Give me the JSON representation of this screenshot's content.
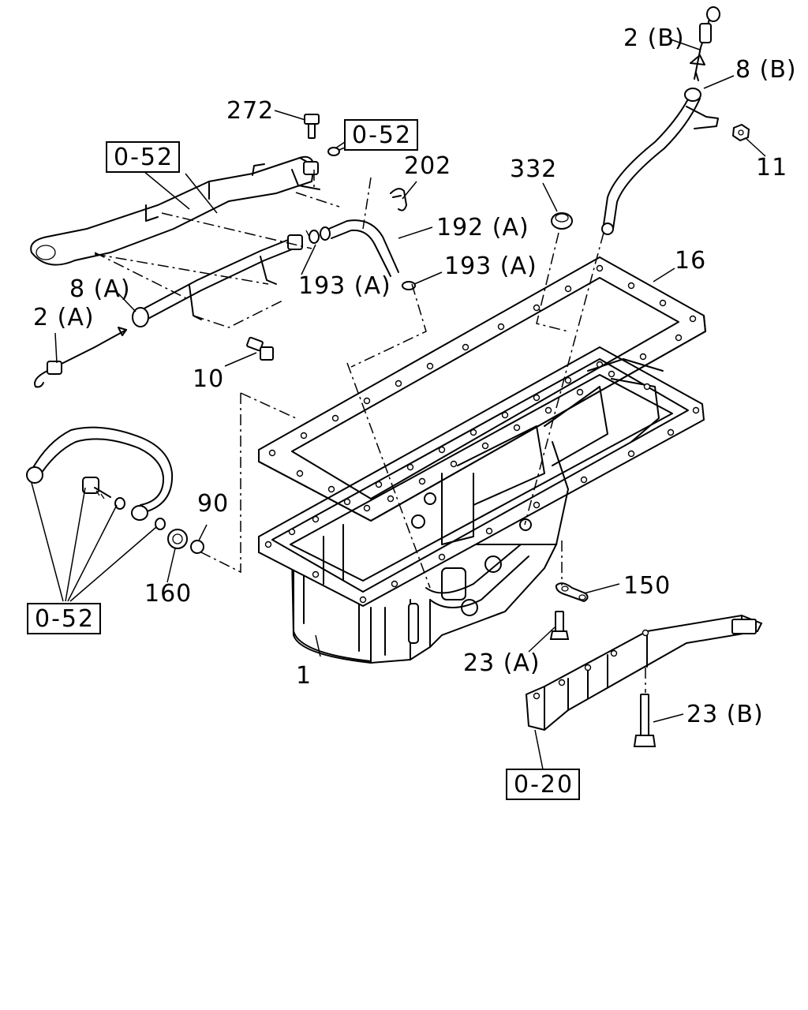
{
  "callouts": {
    "c2b": "2 (B)",
    "c8b": "8 (B)",
    "c11": "11",
    "c272": "272",
    "c202": "202",
    "c332": "332",
    "c192a": "192 (A)",
    "c193a_right": "193 (A)",
    "c193a_left": "193 (A)",
    "c16": "16",
    "c8a": "8 (A)",
    "c2a": "2 (A)",
    "c10": "10",
    "c90": "90",
    "c160": "160",
    "c150": "150",
    "c1": "1",
    "c23a": "23 (A)",
    "c23b": "23 (B)"
  },
  "refs": {
    "r052_top_center": "0-52",
    "r052_top_left": "0-52",
    "r052_bottom_left": "0-52",
    "r020": "0-20"
  }
}
